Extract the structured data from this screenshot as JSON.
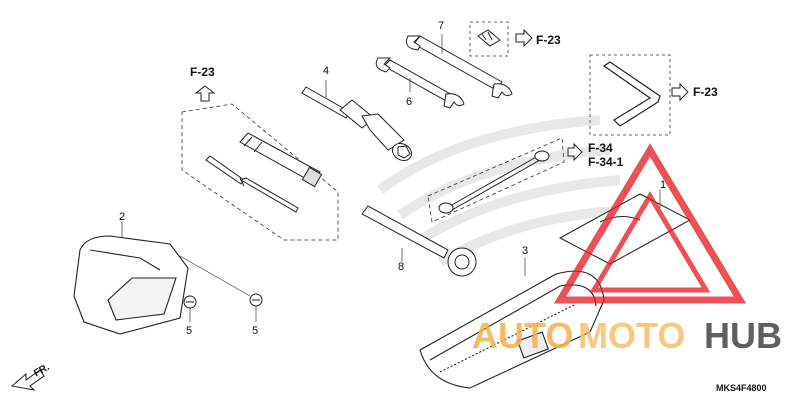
{
  "diagram": {
    "part_numbers": {
      "p1": "1",
      "p2": "2",
      "p3": "3",
      "p4": "4",
      "p5a": "5",
      "p5b": "5",
      "p6": "6",
      "p7": "7",
      "p8": "8"
    },
    "references": {
      "tools_kit": "F-23",
      "clip": "F-23",
      "hex_key": "F-23",
      "cable_a": "F-34",
      "cable_b": "F-34-1"
    },
    "front_indicator": "FR.",
    "diagram_code": "MKS4F4800"
  },
  "watermark": {
    "word_a": "AUTO",
    "word_b": "MOTO",
    "word_c": "HUB",
    "color_a": "#f5b04a",
    "color_b": "#f5c06a",
    "color_c": "#444444",
    "triangle_color": "#e8181f"
  }
}
